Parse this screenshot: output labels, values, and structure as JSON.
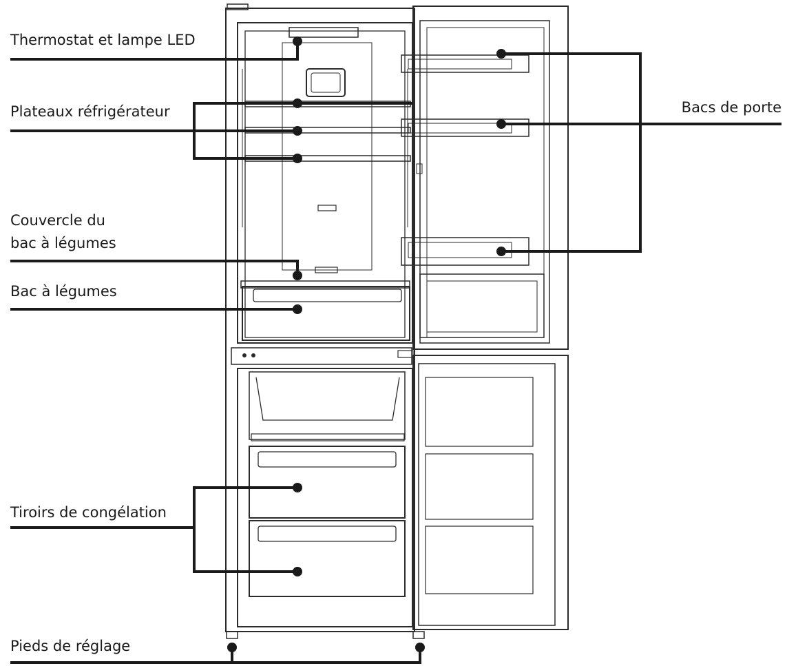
{
  "labels": {
    "thermostat": "Thermostat et lampe LED",
    "shelves": "Plateaux réfrigérateur",
    "crisper_cover_line1": "Couvercle du",
    "crisper_cover_line2": "bac à légumes",
    "crisper": "Bac à légumes",
    "freezer_drawers": "Tiroirs de congélation",
    "feet": "Pieds de réglage",
    "door_bins": "Bacs de porte"
  },
  "colors": {
    "line": "#1a1a1a",
    "outline": "#2a2a2a",
    "background": "#ffffff"
  }
}
